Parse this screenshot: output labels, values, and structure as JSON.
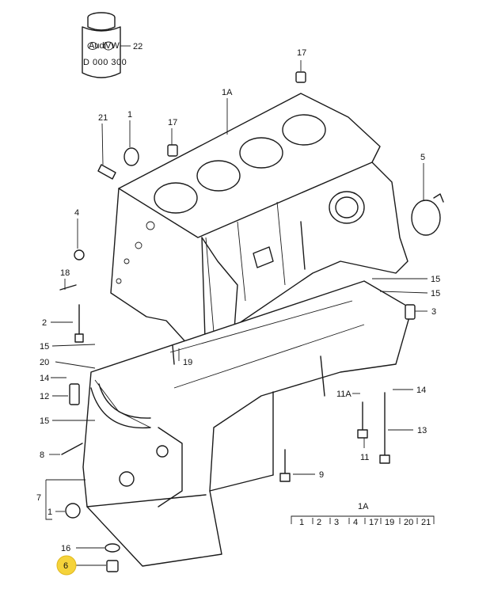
{
  "can": {
    "code": "D 000 300",
    "brand_a": "Audi",
    "brand_b": "VW"
  },
  "callouts": {
    "c22": "22",
    "c17a": "17",
    "c1A": "1A",
    "c21": "21",
    "c1a": "1",
    "c17b": "17",
    "c5": "5",
    "c4": "4",
    "c18": "18",
    "c2": "2",
    "c15a": "15",
    "c15b": "15",
    "c15c": "15",
    "c3": "3",
    "c20": "20",
    "c19": "19",
    "c14a": "14",
    "c12": "12",
    "c11A": "11A",
    "c14b": "14",
    "c15d": "15",
    "c13": "13",
    "c8": "8",
    "c11": "11",
    "c9": "9",
    "c7": "7",
    "c1b": "1",
    "c16": "16",
    "c6": "6"
  },
  "kit": {
    "title": "1A",
    "items": [
      "1",
      "2",
      "3",
      "4",
      "17",
      "19",
      "20",
      "21"
    ]
  },
  "highlight": {
    "color": "#f5d33a",
    "item": "6"
  }
}
